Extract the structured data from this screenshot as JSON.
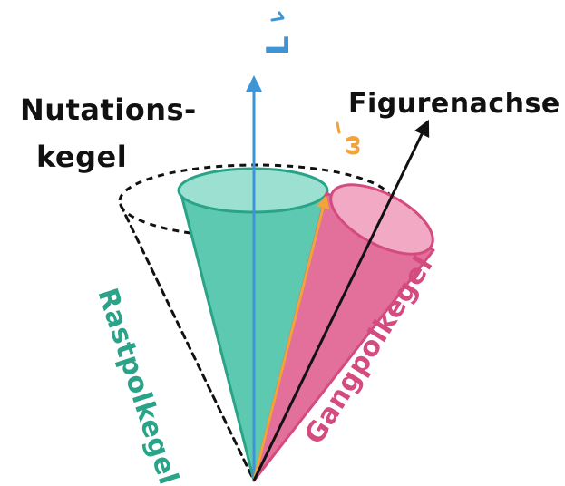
{
  "labels": {
    "angular_momentum": "L",
    "angular_velocity": "ω",
    "figure_axis": "Figurenachse",
    "nutation_cone_line1": "Nutations-",
    "nutation_cone_line2": "kegel",
    "space_cone": "Rastpolkegel",
    "body_cone": "Gangpolkegel"
  },
  "colors": {
    "space_cone_fill": "#5ec9b1",
    "space_cone_top": "#9be0d0",
    "space_cone_stroke": "#2aa389",
    "space_cone_text": "#2aa389",
    "body_cone_fill": "#e2709a",
    "body_cone_top": "#f2a9c4",
    "body_cone_stroke": "#d44b80",
    "body_cone_text": "#d44b80",
    "angular_momentum_axis": "#3d95d6",
    "angular_velocity_axis": "#f2a33a",
    "figure_axis": "#111111",
    "nutation_cone_outline": "#111111"
  }
}
